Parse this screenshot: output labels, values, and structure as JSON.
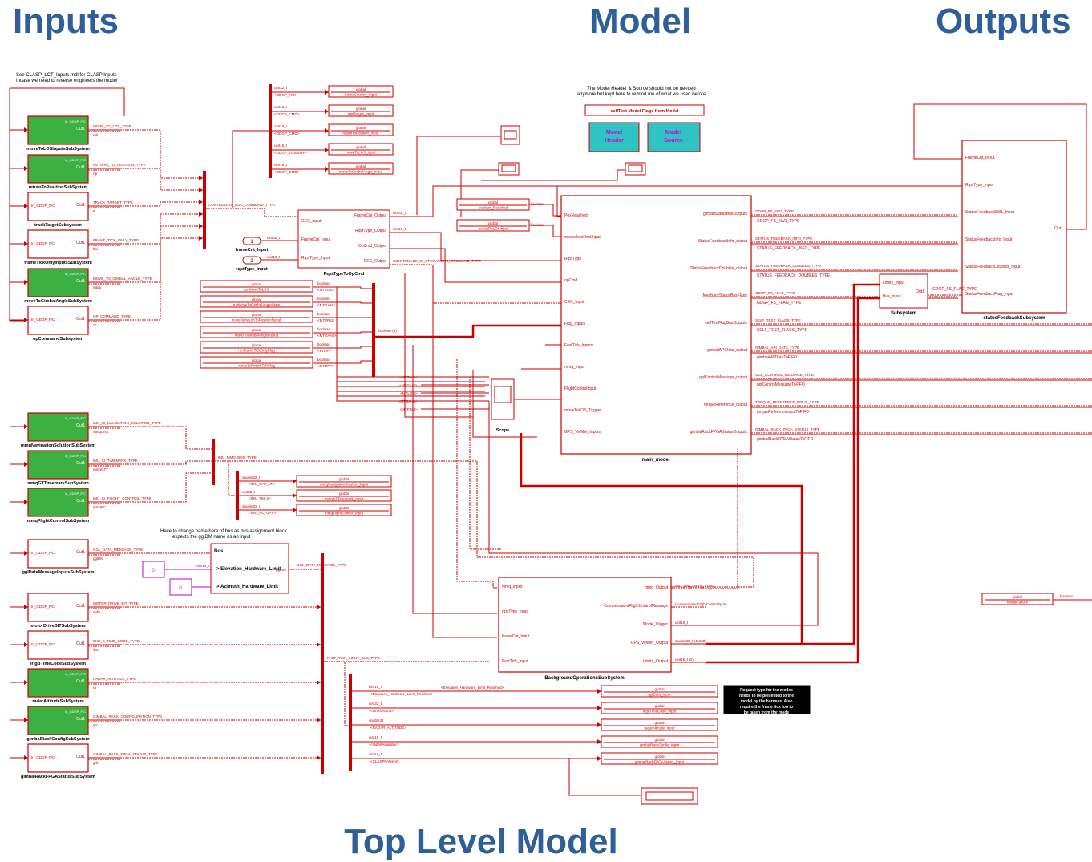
{
  "headers": {
    "inputs": "Inputs",
    "model": "Model",
    "outputs": "Outputs",
    "footer": "Top Level Model"
  },
  "notes": {
    "clasp_line1": "See CLASP_LCT_Inputs.mdl for CLASP Inputs",
    "clasp_line2": "Incase we need to reverse engineers the model",
    "header_line1": "The Model Header & Source should not be needed",
    "header_line2": "anymore but kept here to remind me of what we used before",
    "selftest_flags": "selfTest Model Flags from Model",
    "bus_line1": "Have to change name here of bus as bus assignment block",
    "bus_line2": "expects the gglDM name as an input",
    "request_lines": [
      "Request type for the modes",
      "needs to be presented to the",
      "model by the harness. Also",
      "require the frame tick too to",
      "be taken from the mode"
    ]
  },
  "model_header": {
    "label1": "Model",
    "label2": "Header"
  },
  "model_source": {
    "label1": "Model",
    "label2": "Source"
  },
  "input_subsystems": [
    {
      "name": "moveToLOSInputsSubSystem",
      "green": true,
      "bus": "MOVE_TO_LOS_TYPE",
      "port": "mtl"
    },
    {
      "name": "returnToPositionSubSystem",
      "green": true,
      "bus": "RETURN_TO_POSITION_TYPE",
      "port": "rtp"
    },
    {
      "name": "trackTargetSubsystem",
      "green": false,
      "bus": "TRACK_TARGET_TYPE",
      "port": "tt"
    },
    {
      "name": "frameTickOnlyInputsSubSystem",
      "green": false,
      "bus": "FRAME_TICK_ONLY_TYPE",
      "port": "ftoi"
    },
    {
      "name": "moveToGimbalAngleSubSystem",
      "green": true,
      "bus": "MOVE_TO_GIMBAL_ANGLE_TYPE",
      "port": "mtga"
    },
    {
      "name": "opCommandSubsystem",
      "green": false,
      "bus": "OP_COMMAND_TYPE",
      "port": "oc"
    },
    {
      "name": "mmqNavigationSolutionSubSystem",
      "green": true,
      "bus": "IMU_CI_NAVIGATION_SOLUTION_TYPE",
      "port": "mmqUNS"
    },
    {
      "name": "mmqGTTimemarkSubSystem",
      "green": true,
      "bus": "IMU_CI_TIMEMARK_TYPE",
      "port": "mmqGTT"
    },
    {
      "name": "mmqFlightControlSubSystem",
      "green": true,
      "bus": "IMU_CI_FLIGHT_CONTROL_TYPE",
      "port": "mmqFC"
    },
    {
      "name": "gglDataMessageInputsSubSystem",
      "green": false,
      "bus": "GGL_DATA_MESSAGE_TYPE",
      "port": "gglDM"
    },
    {
      "name": "motorDriveBITSubSystem",
      "green": false,
      "bus": "MOTOR_DRIVE_BIT_TYPE",
      "port": "mdb"
    },
    {
      "name": "IrigBTimeCodeSubSystem",
      "green": false,
      "bus": "IRIG_B_TIME_CODE_TYPE",
      "port": "ibtc"
    },
    {
      "name": "radarAltitudeSubSystem",
      "green": true,
      "bus": "RADAR_ALTITUDE_TYPE",
      "port": "ra"
    },
    {
      "name": "gimbalRackConfigSubSystem",
      "green": true,
      "bus": "GIMBAL_RACK_CONFIGURATION_TYPE",
      "port": "grc"
    },
    {
      "name": "gimbalRackFPGAStatusSubSystem",
      "green": false,
      "bus": "GIMBAL_RACK_FPGA_STATUS_TYPE",
      "port": "grfs"
    }
  ],
  "green_label": "In_GDGP_F/C",
  "out1": "Out1",
  "gdgp_signals": [
    {
      "type": "uint32_t",
      "sig": "<GDGP_FID>",
      "store": "frameCountry_Input"
    },
    {
      "type": "uint16_t",
      "sig": "<GDGP_CMD>",
      "store": "rqstTarget_Input"
    },
    {
      "type": "uint16_t",
      "sig": "<GDGP_CMD>",
      "store": "returnToPosition_Input"
    },
    {
      "type": "uint16_t",
      "sig": "<GDGP_LOSMSR>",
      "store": "moveToLOS_Input"
    },
    {
      "type": "uint16_t",
      "sig": "<GDGP_CMD>",
      "store": "moveToGimbalAngle_Input"
    }
  ],
  "rqst": {
    "title": "RqstTypeToOpCmd",
    "in": [
      "CEC_Input",
      "FrameCnt_Input",
      "RqstType_Input"
    ],
    "out": [
      "FrameCnt_Output",
      "RqstType_Output",
      "OpCmd_Output",
      "CEC_Output"
    ],
    "bus_in": "CONTROLLER_BUS_COMMAND_TYPE",
    "bus_out": "CONTROLLER_CI_OPERATIONS_COMMAND_TYPE"
  },
  "ports": [
    {
      "num": "1",
      "name": "frameCnt_Input",
      "type": "uint32_t"
    },
    {
      "num": "2",
      "name": "rqstType_Input",
      "type": "uint16_t"
    }
  ],
  "flag_stores": [
    {
      "store": "runMoveToLOS",
      "type": "boolean",
      "sig": "<MTLOS>"
    },
    {
      "store": "runMoveToGimbalAngleState",
      "type": "boolean",
      "sig": "<MTGAst>"
    },
    {
      "store": "moveToReturnToPositionResult",
      "type": "boolean",
      "sig": "<MTPRst>"
    },
    {
      "store": "moveToGimbalAngleResult",
      "type": "boolean",
      "sig": "<MTGArst>"
    },
    {
      "store": "runFrameTickOnlyFlag",
      "type": "boolean",
      "sig": "<FTOF>"
    },
    {
      "store": "moveToReturnToPFlag",
      "type": "boolean",
      "sig": "<MTRPF>"
    }
  ],
  "los_stores": [
    {
      "store": "position_Reached",
      "type": "boolean"
    },
    {
      "store": "movedToLOSinput",
      "type": "boolean"
    }
  ],
  "flag_bus_label": "boolean (6)",
  "main": {
    "title": "main_model",
    "in": [
      "PosReached",
      "movedIntoRqstInput",
      "RqstType",
      "opCmd",
      "CEC_Input",
      "Flag_Inputs",
      "FastTick_Inputs",
      "mmq_Input",
      "FlightControlInput",
      "moveToLOS_Trigger",
      "GPS_VelMet_Inputs"
    ],
    "out": [
      "gimbalStatusBusOutputs",
      "StatusFeedbackInfo_output",
      "StatusFeedbackDoubles_output",
      "feedbackStatusBusFlags",
      "selfTestFlagBusOutputs",
      "gimbalAPIData_output",
      "gglControlMessage_output",
      "torqueReference_output",
      "gimbalRackFPGAStatusOutputs"
    ],
    "bus_top": [
      "GDGP_FS_SW1_TYPE",
      "STATUS_FEEDBACK_INFO_TYPE",
      "STATUS_FEEDBACK_DOUBLES_TYPE",
      "GDGP_FS_FLAG_TYPE",
      "SELF_TEST_FLAGS_TYPE",
      "GIMBAL_API_DATA_TYPE",
      "GGL_CONTROL_MESSAGE_TYPE",
      "TORQUE_REFERENCE_INPUT_TYPE",
      "GIMBAL_RACK_FPGA_STATUS_TYPE"
    ],
    "bus_bottom": [
      "GDGP_FS_SW1_TYPE",
      "STATUS_FEEDBACK_INFO_TYPE",
      "STATUS_FEEDBACK_DOUBLES_TYPE",
      "GDGP_FS_FLAG_TYPE",
      "SELF_TEST_FLAGS_TYPE",
      "gimbalAPIDataToFIFO",
      "gglControlMessageToFIFO",
      "torqueReferenceInputToFIFO",
      "gimbalRackFPGAStatusToFIFO"
    ]
  },
  "status": {
    "title": "statusFeedbackSubsystem",
    "in": [
      "FrameCnt_Input",
      "RqstType_Input",
      "StatusFeedbackSW1_Input",
      "StatusFeedbackInfo_Input",
      "StatusFeedbackDoubles_Input",
      "StatusFeedbackFlag_Input"
    ],
    "out": "Out1"
  },
  "subsys": {
    "title": "Subsystem",
    "in": [
      "Limits_Input",
      "Bus_Input"
    ],
    "out": "Out1",
    "bus": "GDGP_FS_FLAG_TYPE"
  },
  "scope": {
    "title": "Scope"
  },
  "mmq_sigs": [
    "<MTGAst>",
    "<MTGAst>",
    "<MTLOS>",
    "<MTGArst>",
    "<MTPRst>"
  ],
  "imu": {
    "bus": "IMU_MMQ_BUS_TYPE",
    "rows": [
      {
        "type": "double32_t",
        "sig": "<IMU_NAV_VN>",
        "store": "mmqNavigationSolution_Input"
      },
      {
        "type": "uint32_t",
        "sig": "<IMU_TM_2>",
        "store": "mmqGTTimemark_Input"
      },
      {
        "type": "double32_t",
        "sig": "<IMU_FC_GPS>",
        "store": "mmqFlightControl_Input"
      }
    ]
  },
  "bus_assign": {
    "bus": "Bus",
    "el1": "Elevation_Hardware_Limit",
    "el2": "Azimuth_Hardware_Limit",
    "out": "gglDM",
    "const1": "0",
    "const2": "0",
    "const_type": "uint16_t"
  },
  "bg": {
    "title": "BackgroundOperationsSubSystem",
    "in": [
      "mmq_Input",
      "rqstType_Input",
      "frameCnt_Input",
      "FastTick_Input"
    ],
    "out": [
      "mmq_Output",
      "CompensatedFlightControlMessage",
      "Mode_Trigger",
      "GPS_VelMet_Output",
      "Limits_Output"
    ],
    "bus_out": [
      "IMU_MMQ_BUS_TYPE",
      "CompensatedFlightControlType",
      "uint16_t",
      "double32_t (4x100)",
      "uint16_t (2)"
    ],
    "bus_in": "FAST_TICK_INPUT_BUS_TYPE"
  },
  "fast_rows": [
    {
      "type": "uint16_t",
      "sig": "<Elevation_Hardware_Limit_Reached>",
      "sig2": "<Elevation_Hardware_Limit_Reached>",
      "store": "gglData_Input"
    },
    {
      "type": "uint32_t",
      "sig": "<timeSecond>",
      "store": "IrigbTimeCode_Input"
    },
    {
      "type": "double32_t",
      "sig": "<RADAR_ALTITUDE>",
      "store": "radarAltitude_Input"
    },
    {
      "type": "uint16_t",
      "sig": "<radAltAvailable>",
      "store": "gimbalRackConfig_Input"
    },
    {
      "type": "uint16_t",
      "sig": "<CLASPPresent>",
      "store": "gimbalRackFPGAStatus_Input"
    }
  ],
  "right_store": {
    "label": "global",
    "type": "boolean",
    "name": "modelFailure"
  },
  "global": "global"
}
